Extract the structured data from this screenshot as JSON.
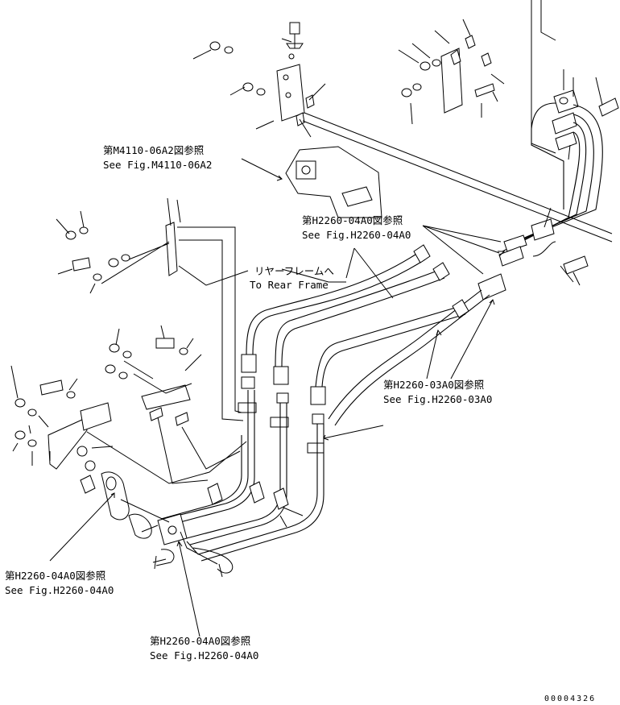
{
  "references": {
    "m4110_jp": "第M4110-06A2図参照",
    "m4110_en": "See Fig.M4110-06A2",
    "h2260_04_top_jp": "第H2260-04A0図参照",
    "h2260_04_top_en": "See Fig.H2260-04A0",
    "rear_frame_jp": "リヤーフレームへ",
    "rear_frame_en": "To Rear Frame",
    "h2260_03_jp": "第H2260-03A0図参照",
    "h2260_03_en": "See Fig.H2260-03A0",
    "h2260_04_left_jp": "第H2260-04A0図参照",
    "h2260_04_left_en": "See Fig.H2260-04A0",
    "h2260_04_bottom_jp": "第H2260-04A0図参照",
    "h2260_04_bottom_en": "See Fig.H2260-04A0"
  },
  "drawing_number": "00004326"
}
